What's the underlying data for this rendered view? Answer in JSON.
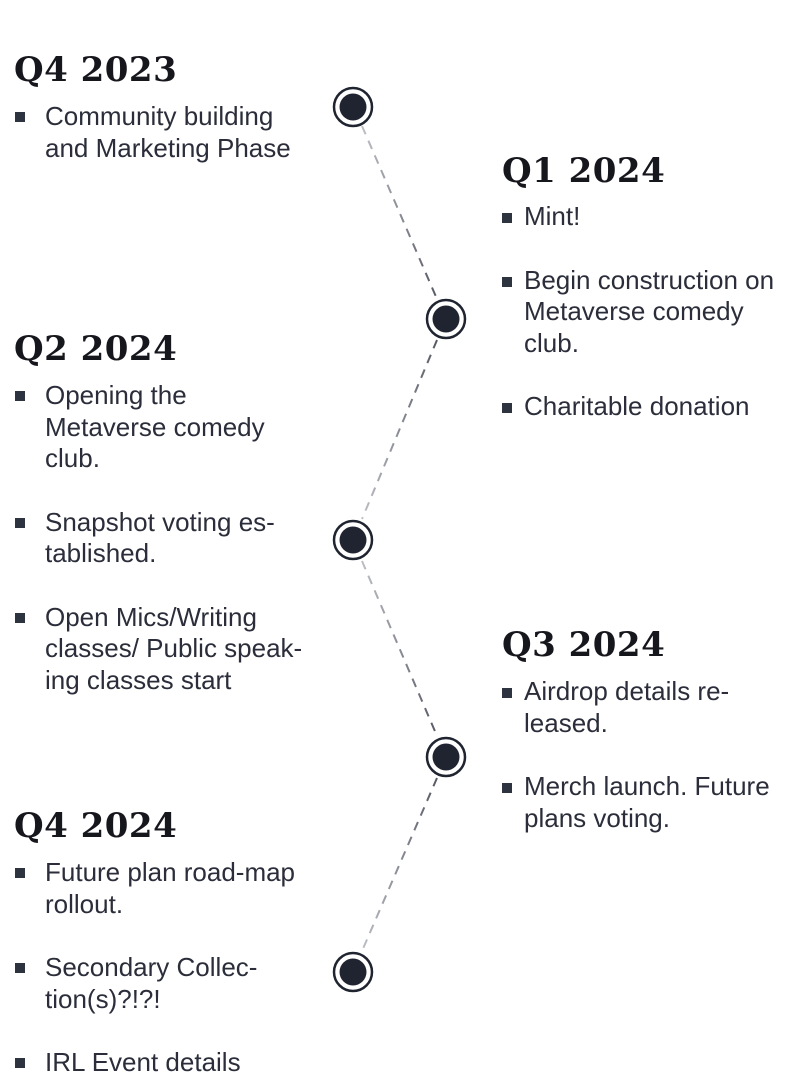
{
  "phases": [
    {
      "title": "Q4 2023",
      "items": [
        "Community building and Marketing Phase"
      ]
    },
    {
      "title": "Q1 2024",
      "items": [
        "Mint!",
        "Begin construction on Metaverse comedy club.",
        "Charitable donation"
      ]
    },
    {
      "title": "Q2 2024",
      "items": [
        "Opening the Metaverse comedy club.",
        "Snapshot voting es-tablished.",
        "Open Mics/Writing classes/ Public speak-ing classes start"
      ]
    },
    {
      "title": "Q3 2024",
      "items": [
        "Airdrop details re-leased.",
        "Merch launch. Future plans voting."
      ]
    },
    {
      "title": "Q4 2024",
      "items": [
        "Future plan road-map rollout.",
        "Secondary Collec-tion(s)?!?!",
        "IRL Event details"
      ]
    }
  ],
  "colors": {
    "node_fill": "#1f2430",
    "node_ring": "#1f2430",
    "text": "#2b2e3a",
    "title": "#16161d",
    "line": "#555a66"
  }
}
